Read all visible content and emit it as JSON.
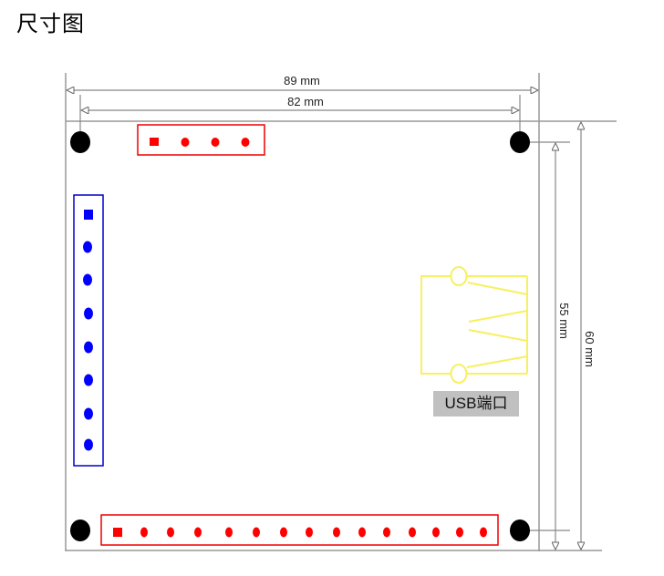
{
  "title": "尺寸图",
  "dimensions": {
    "overall_width": "89 mm",
    "hole_spacing_width": "82 mm",
    "hole_spacing_height": "55 mm",
    "overall_height": "60 mm"
  },
  "components": {
    "usb_port_label": "USB端口",
    "top_header": {
      "pins": 4,
      "pin1_shape": "square",
      "color": "#ff0000"
    },
    "left_header": {
      "pins": 8,
      "pin1_shape": "square",
      "color": "#0000ff"
    },
    "bottom_header": {
      "pins": 15,
      "pin1_shape": "square",
      "color": "#ff0000"
    },
    "mounting_holes": 4,
    "usb_outline_color": "#ffff66"
  },
  "colors": {
    "dimension_line": "#888888",
    "hole": "#000000",
    "board_outline": "#999999"
  }
}
